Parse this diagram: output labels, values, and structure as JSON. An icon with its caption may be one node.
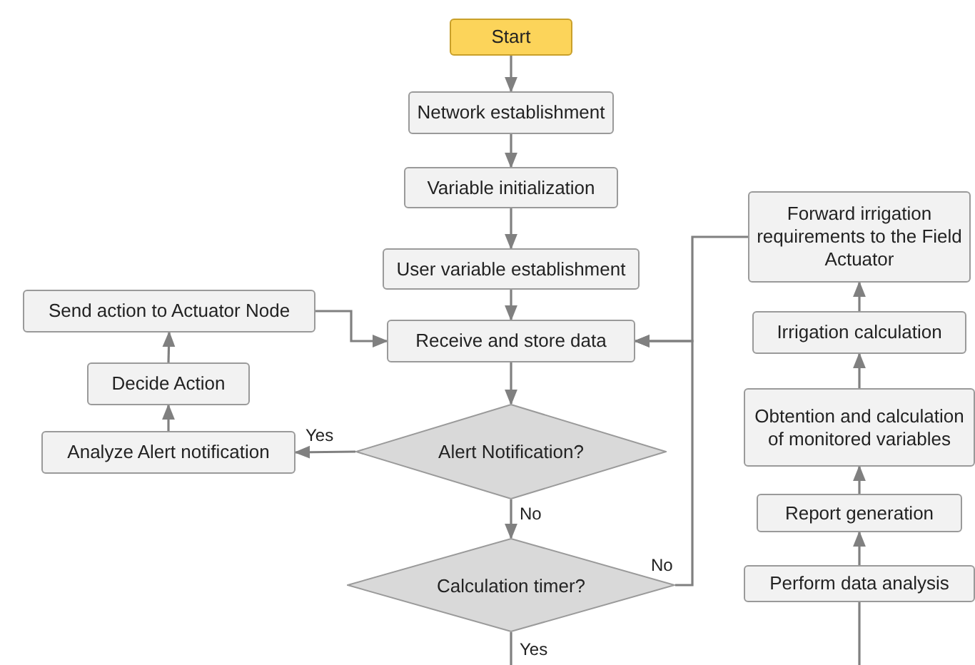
{
  "diagram": {
    "nodes": [
      {
        "text": [
          "Start"
        ]
      },
      {
        "text": [
          "Network establishment"
        ]
      },
      {
        "text": [
          "Variable initialization"
        ]
      },
      {
        "text": [
          "User variable establishment"
        ]
      },
      {
        "text": [
          "Receive and store data"
        ]
      },
      {
        "text": [
          "Send action to Actuator Node"
        ]
      },
      {
        "text": [
          "Decide Action"
        ]
      },
      {
        "text": [
          "Analyze Alert notification"
        ]
      },
      {
        "text": [
          "Alert Notification?"
        ]
      },
      {
        "text": [
          "Forward irrigation requirements to the Field Actuator"
        ]
      },
      {
        "text": [
          "Irrigation calculation"
        ]
      },
      {
        "text": [
          "Obtention and calculation of monitored variables"
        ]
      },
      {
        "text": [
          "Report generation"
        ]
      },
      {
        "text": [
          "Perform data analysis"
        ]
      },
      {
        "text": [
          "Calculation timer?"
        ]
      }
    ],
    "edges": [
      {
        "from": 0,
        "to": 1,
        "arrow": "to"
      },
      {
        "from": 1,
        "to": 2,
        "arrow": "to"
      },
      {
        "from": 2,
        "to": 3,
        "arrow": "to"
      },
      {
        "from": 3,
        "to": 4,
        "arrow": "to"
      },
      {
        "from": 4,
        "to": 8,
        "arrow": "to"
      },
      {
        "from": 8,
        "to": 7,
        "arrow": "to",
        "label": "Yes"
      },
      {
        "from": 7,
        "to": 6,
        "arrow": "to"
      },
      {
        "from": 6,
        "to": 5,
        "arrow": "to"
      },
      {
        "from": 5,
        "to": 4,
        "arrow": "to"
      },
      {
        "from": 8,
        "to": 14,
        "arrow": "to",
        "label": "No"
      },
      {
        "from": 14,
        "to": 4,
        "arrow": "to",
        "label": "No"
      },
      {
        "from": 9,
        "to": 4,
        "arrow": "to"
      },
      {
        "from": 14,
        "to": null,
        "arrow": "none",
        "label": "Yes"
      },
      {
        "from": null,
        "to": 13,
        "arrow": "to"
      },
      {
        "from": 13,
        "to": 12,
        "arrow": "to"
      },
      {
        "from": 12,
        "to": 11,
        "arrow": "to"
      },
      {
        "from": 11,
        "to": 10,
        "arrow": "to"
      },
      {
        "from": 10,
        "to": 9,
        "arrow": "to"
      }
    ]
  }
}
